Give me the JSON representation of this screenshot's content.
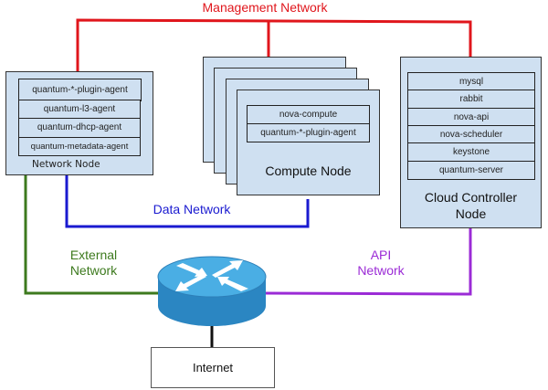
{
  "networks": {
    "management": {
      "label": "Management Network",
      "color": "#e0161c"
    },
    "data": {
      "label": "Data Network",
      "color": "#1a1ad0"
    },
    "external": {
      "label_line1": "External",
      "label_line2": "Network",
      "color": "#3d7a1e"
    },
    "api": {
      "label_line1": "API",
      "label_line2": "Network",
      "color": "#9b2bd6"
    }
  },
  "network_node": {
    "title": "Network Node",
    "services": [
      "quantum-*-plugin-agent",
      "quantum-l3-agent",
      "quantum-dhcp-agent",
      "quantum-metadata-agent"
    ]
  },
  "compute_node": {
    "title": "Compute Node",
    "services": [
      "nova-compute",
      "quantum-*-plugin-agent"
    ]
  },
  "controller_node": {
    "title_line1": "Cloud Controller",
    "title_line2": "Node",
    "services": [
      "mysql",
      "rabbit",
      "nova-api",
      "nova-scheduler",
      "keystone",
      "quantum-server"
    ]
  },
  "router": {
    "icon": "router-icon"
  },
  "internet": {
    "label": "Internet"
  }
}
